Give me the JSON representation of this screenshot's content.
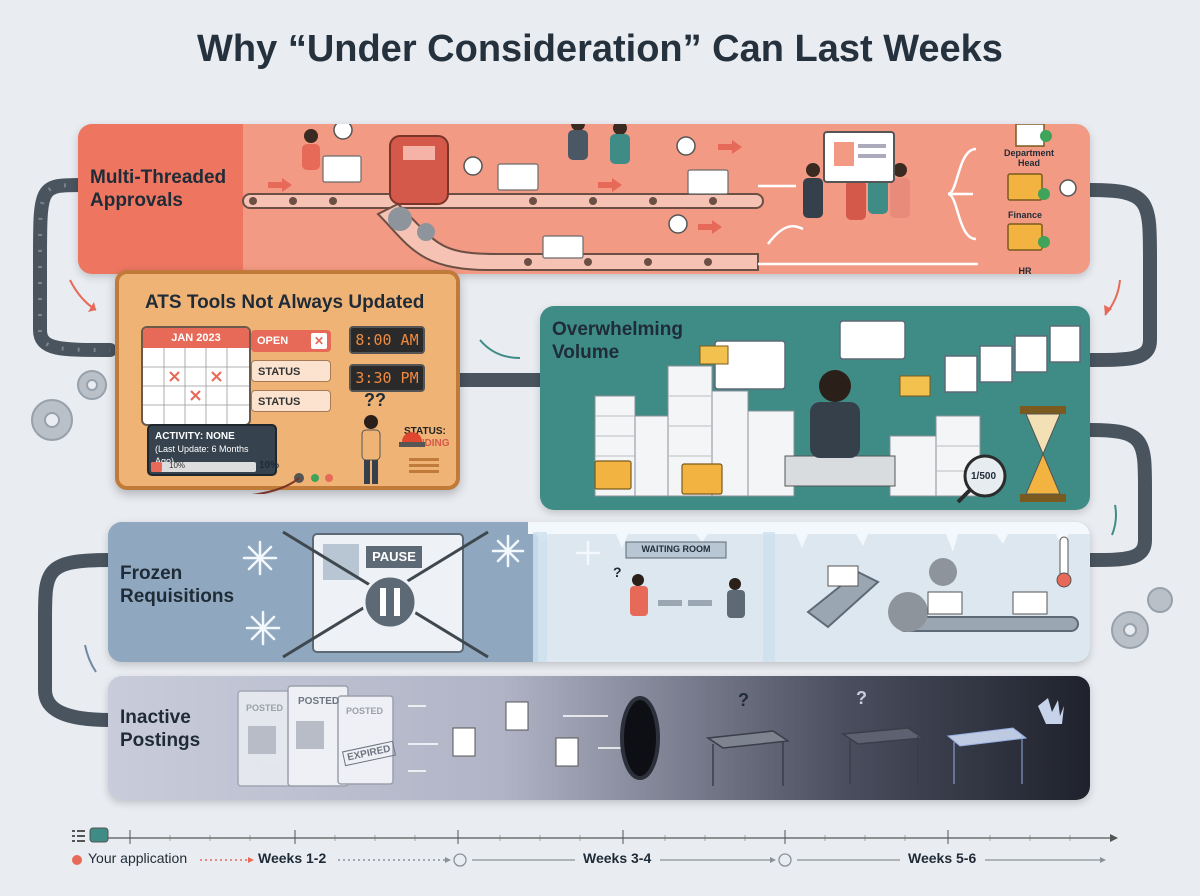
{
  "title": "Why “Under Consideration” Can Last Weeks",
  "bands": {
    "approvals": {
      "label_line1": "Multi-Threaded",
      "label_line2": "Approvals",
      "color": "#f39a84",
      "recipients": [
        "Department Head",
        "Finance",
        "HR"
      ]
    },
    "ats": {
      "label": "ATS Tools Not Always Updated",
      "calendar_header": "JAN 2023",
      "open_label": "OPEN",
      "status_labels": [
        "STATUS",
        "STATUS"
      ],
      "time_1": "8:00 AM",
      "time_2": "3:30 PM",
      "activity_line1": "ACTIVITY: NONE",
      "activity_line2": "(Last Update: 6 Months Ago)",
      "progress_small": "10%",
      "progress_large": "10%",
      "progress_fraction": 0.1,
      "status_word": "STATUS:",
      "status_value": "PENDING",
      "color": "#f0b376"
    },
    "volume": {
      "label_line1": "Overwhelming",
      "label_line2": "Volume",
      "counter": "1/500",
      "color": "#3f8c86"
    },
    "frozen": {
      "label_line1": "Frozen",
      "label_line2": "Requisitions",
      "pause_label": "PAUSE",
      "waiting_room": "WAITING ROOM",
      "color": "#8fa8bf"
    },
    "inactive": {
      "label_line1": "Inactive",
      "label_line2": "Postings",
      "posted_1": "POSTED",
      "posted_2": "POSTED",
      "posted_3": "POSTED",
      "expired": "EXPIRED",
      "color": "#b9bccb"
    }
  },
  "timeline": {
    "legend": "Your application",
    "weeks": [
      "Weeks 1-2",
      "Weeks 3-4",
      "Weeks 5-6"
    ]
  },
  "icons": [
    "clock-icon",
    "gear-icon",
    "snowflake-icon",
    "hourglass-icon",
    "magnifier-icon",
    "pause-icon",
    "question-icon",
    "hand-icon",
    "thermometer-icon",
    "checkmark-icon",
    "folder-icon",
    "alarm-icon"
  ]
}
